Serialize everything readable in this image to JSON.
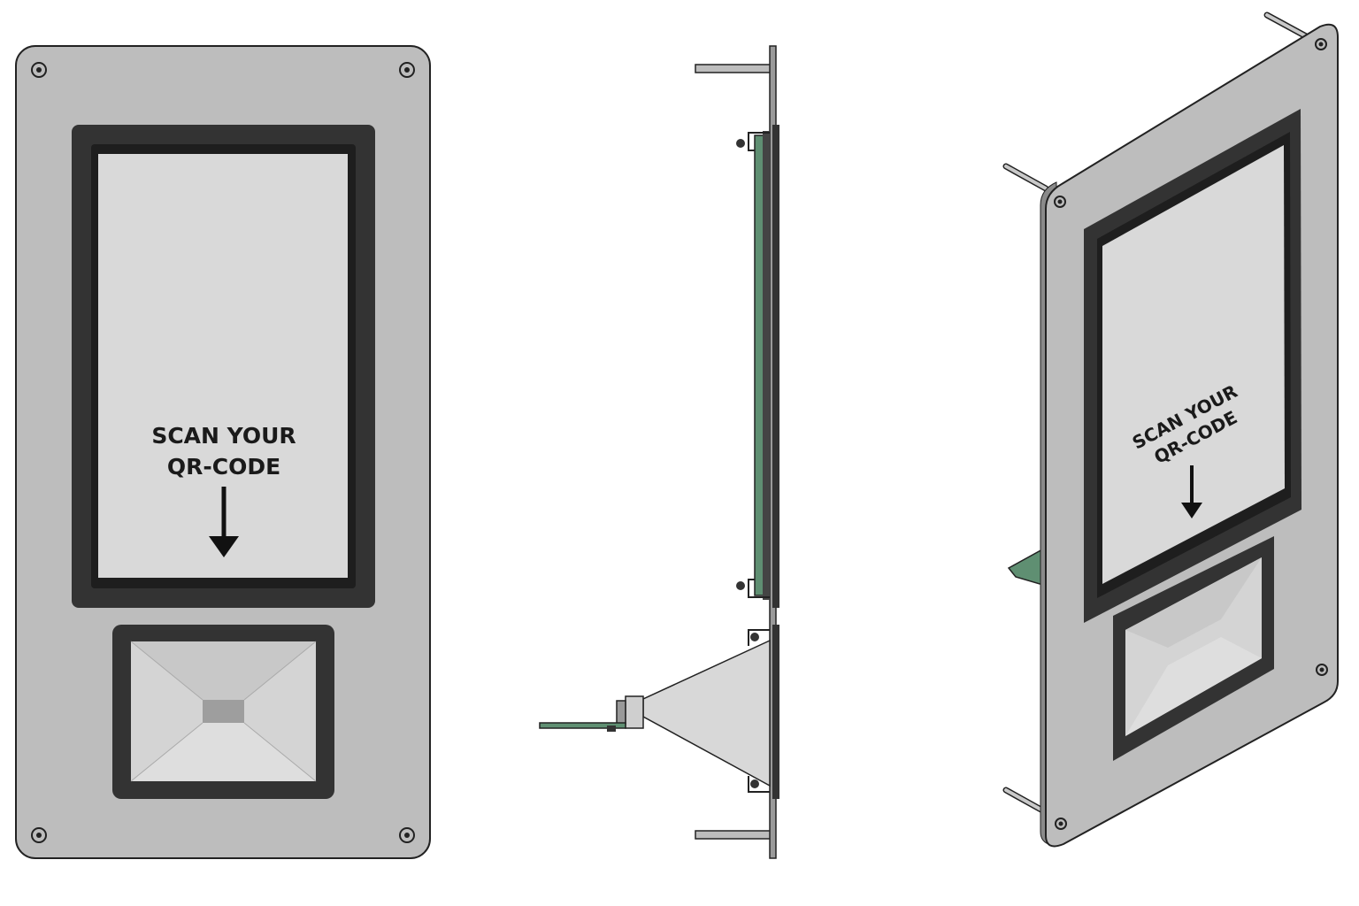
{
  "front_view": {
    "screen_text_line1": "SCAN YOUR",
    "screen_text_line2": "QR-CODE"
  },
  "iso_view": {
    "screen_text_line1": "SCAN YOUR",
    "screen_text_line2": "QR-CODE"
  },
  "colors": {
    "panel": "#bdbdbd",
    "bezel": "#333333",
    "screen": "#d9d9d9",
    "pcb": "#5f8f72",
    "outline": "#222222"
  }
}
